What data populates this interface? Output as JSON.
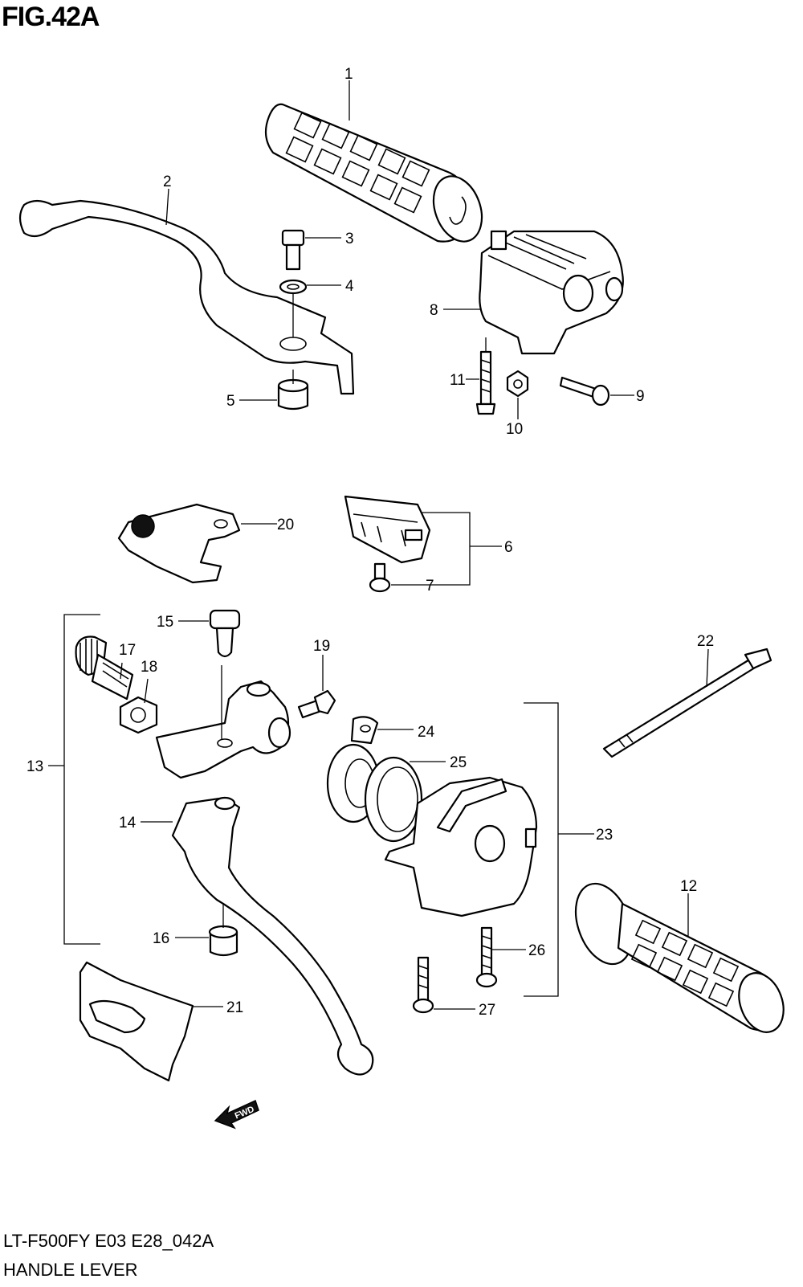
{
  "figure": {
    "title": "FIG.42A",
    "model_code": "LT-F500FY E03 E28_042A",
    "section_name": "HANDLE LEVER"
  },
  "callouts": [
    "1",
    "2",
    "3",
    "4",
    "5",
    "6",
    "7",
    "8",
    "9",
    "10",
    "11",
    "12",
    "13",
    "14",
    "15",
    "16",
    "17",
    "18",
    "19",
    "20",
    "21",
    "22",
    "23",
    "24",
    "25",
    "26",
    "27"
  ],
  "fwd_label": "FWD"
}
